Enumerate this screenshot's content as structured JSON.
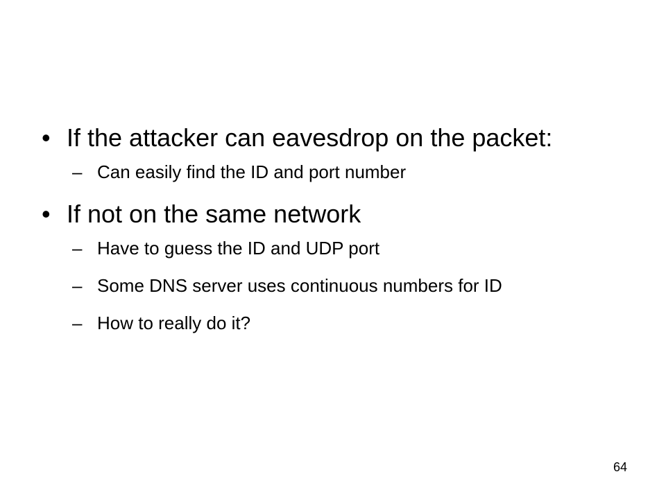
{
  "slide": {
    "bullets": [
      {
        "text": "If the attacker can eavesdrop on the packet:",
        "subs": [
          "Can easily find the ID and port number"
        ]
      },
      {
        "text": "If not on the same network",
        "subs": [
          "Have to guess the ID and UDP port",
          "Some DNS server uses continuous numbers for ID",
          "How to really do it?"
        ]
      }
    ],
    "bullet_glyph": "•",
    "sub_glyph": "–",
    "page_number": "64"
  }
}
